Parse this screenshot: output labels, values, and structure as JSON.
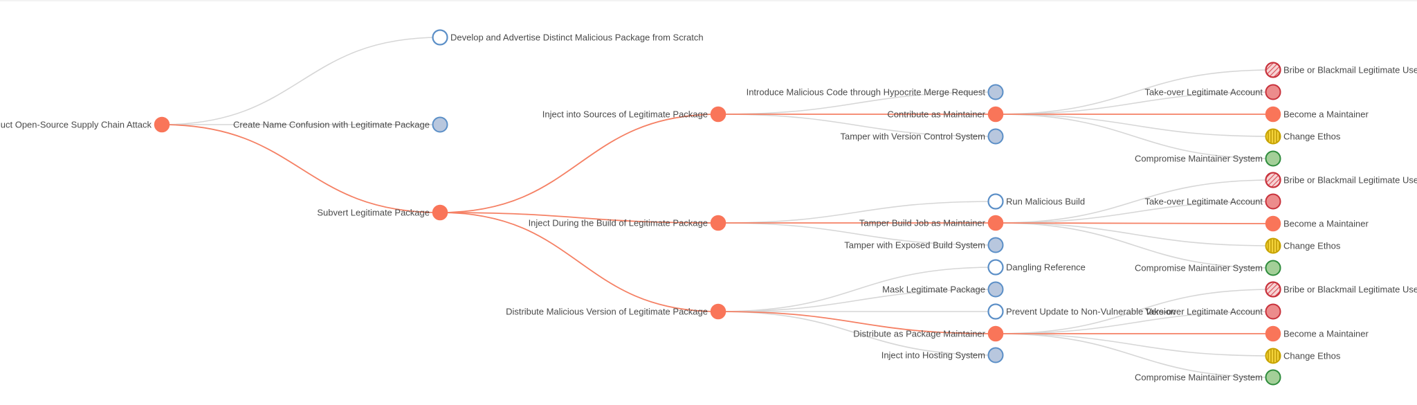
{
  "colors": {
    "active": "#f97559",
    "link_active": "#f58064",
    "link_inactive": "#d6d6d6",
    "hollow_stroke": "#5b8fc7",
    "blue_fill": "#b8c7de",
    "blue_stroke": "#5b8fc7",
    "red_fill": "#ec8c8c",
    "red_stroke": "#c8313b",
    "yellow_fill": "#f4d43a",
    "yellow_stroke": "#c7a300",
    "green_fill": "#a3cf98",
    "green_stroke": "#2e8c3c",
    "text": "#4a4a4a"
  },
  "tree": {
    "label": "Conduct Open-Source Supply Chain Attack",
    "style": "active",
    "children": [
      {
        "label": "Develop and Advertise Distinct Malicious Package from Scratch",
        "style": "hollow",
        "label_side": "right"
      },
      {
        "label": "Create Name Confusion with Legitimate Package",
        "style": "blue"
      },
      {
        "label": "Subvert Legitimate Package",
        "style": "active",
        "children": [
          {
            "label": "Inject into Sources of Legitimate Package",
            "style": "active",
            "children": [
              {
                "label": "Introduce Malicious Code through Hypocrite Merge Request",
                "style": "blue"
              },
              {
                "label": "Contribute as Maintainer",
                "style": "active",
                "children": [
                  {
                    "label": "Bribe or Blackmail Legitimate User",
                    "style": "red-hatched",
                    "label_side": "right"
                  },
                  {
                    "label": "Take-over Legitimate Account",
                    "style": "red"
                  },
                  {
                    "label": "Become a Maintainer",
                    "style": "active",
                    "label_side": "right"
                  },
                  {
                    "label": "Change Ethos",
                    "style": "yellow-striped",
                    "label_side": "right"
                  },
                  {
                    "label": "Compromise Maintainer System",
                    "style": "green"
                  }
                ]
              },
              {
                "label": "Tamper with Version Control System",
                "style": "blue"
              }
            ]
          },
          {
            "label": "Inject During the Build of Legitimate Package",
            "style": "active",
            "children": [
              {
                "label": "Run Malicious Build",
                "style": "hollow",
                "label_side": "right"
              },
              {
                "label": "Tamper Build Job as Maintainer",
                "style": "active",
                "children": [
                  {
                    "label": "Bribe or Blackmail Legitimate User",
                    "style": "red-hatched",
                    "label_side": "right"
                  },
                  {
                    "label": "Take-over Legitimate Account",
                    "style": "red"
                  },
                  {
                    "label": "Become a Maintainer",
                    "style": "active",
                    "label_side": "right"
                  },
                  {
                    "label": "Change Ethos",
                    "style": "yellow-striped",
                    "label_side": "right"
                  },
                  {
                    "label": "Compromise Maintainer System",
                    "style": "green"
                  }
                ]
              },
              {
                "label": "Tamper with Exposed Build System",
                "style": "blue"
              }
            ]
          },
          {
            "label": "Distribute Malicious Version of Legitimate Package",
            "style": "active",
            "children": [
              {
                "label": "Dangling Reference",
                "style": "hollow",
                "label_side": "right"
              },
              {
                "label": "Mask Legitimate Package",
                "style": "blue"
              },
              {
                "label": "Prevent Update to Non-Vulnerable Version",
                "style": "hollow",
                "label_side": "right"
              },
              {
                "label": "Distribute as Package Maintainer",
                "style": "active",
                "children": [
                  {
                    "label": "Bribe or Blackmail Legitimate User",
                    "style": "red-hatched",
                    "label_side": "right"
                  },
                  {
                    "label": "Take-over Legitimate Account",
                    "style": "red"
                  },
                  {
                    "label": "Become a Maintainer",
                    "style": "active",
                    "label_side": "right"
                  },
                  {
                    "label": "Change Ethos",
                    "style": "yellow-striped",
                    "label_side": "right"
                  },
                  {
                    "label": "Compromise Maintainer System",
                    "style": "green"
                  }
                ]
              },
              {
                "label": "Inject into Hosting System",
                "style": "blue"
              }
            ]
          }
        ]
      }
    ]
  }
}
